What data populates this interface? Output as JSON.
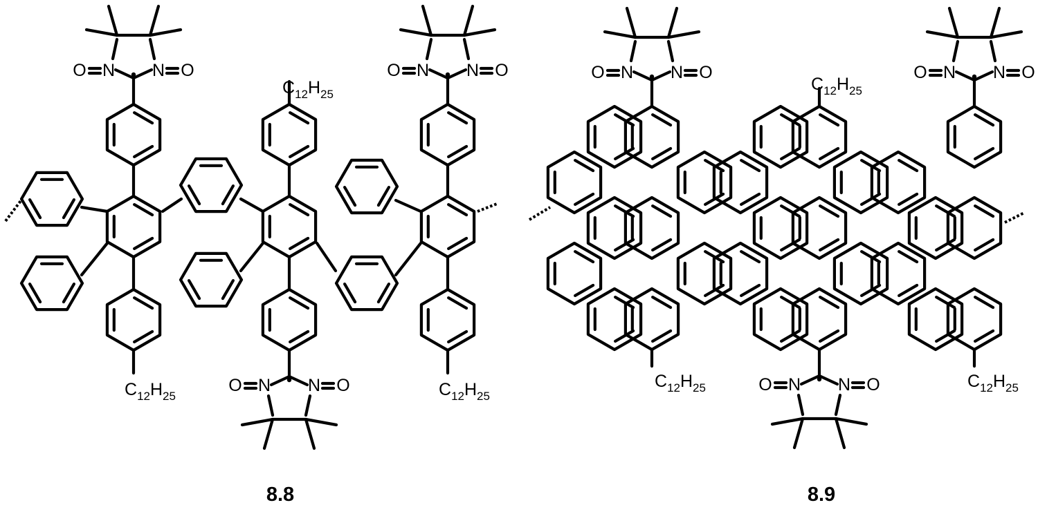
{
  "compounds": [
    {
      "id": "8.8"
    },
    {
      "id": "8.9"
    }
  ],
  "labels": {
    "alkyl_C": "C",
    "alkyl_C_sub": "12",
    "alkyl_H": "H",
    "alkyl_H_sub": "25",
    "nitrogen": "N",
    "oxygen": "O"
  },
  "colors": {
    "ink": "#000000",
    "background": "#ffffff"
  }
}
